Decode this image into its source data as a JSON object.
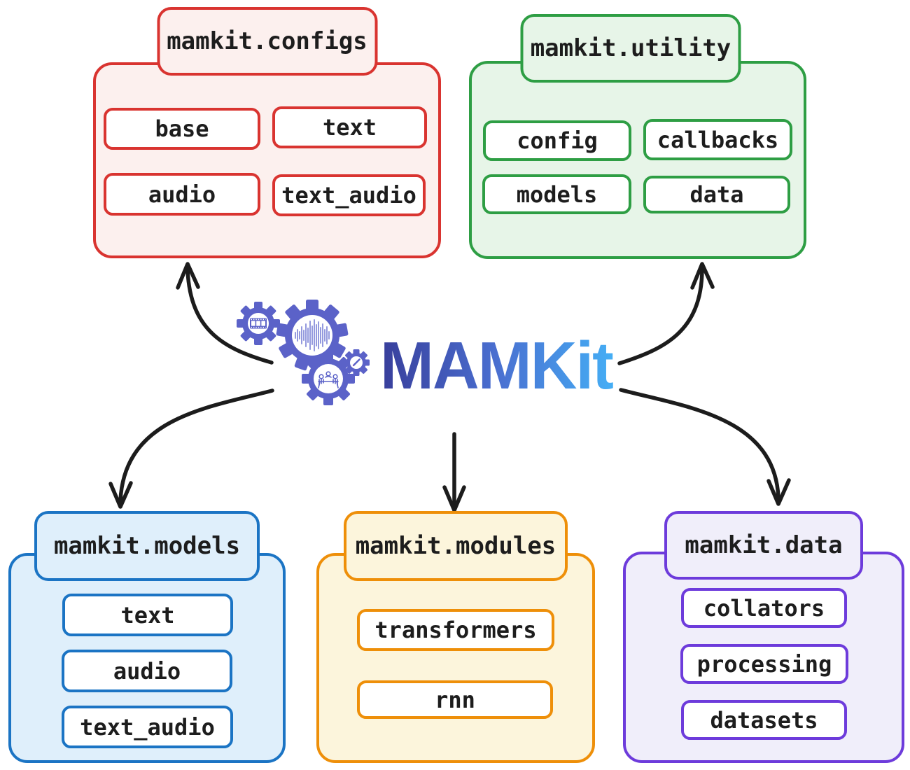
{
  "logo": {
    "text": "MAMKit",
    "gradient_start": "#383e9b",
    "gradient_mid": "#4a6fd0",
    "gradient_end": "#45aef5",
    "gear_color": "#5b62c8",
    "gear_icons": [
      "film-icon",
      "waveform-icon",
      "meeting-icon",
      "pencil-icon"
    ]
  },
  "modules": [
    {
      "id": "configs",
      "title": "mamkit.configs",
      "items": [
        "base",
        "text",
        "audio",
        "text_audio"
      ],
      "border_color": "#d93430",
      "background_color": "#fcf0ee"
    },
    {
      "id": "utility",
      "title": "mamkit.utility",
      "items": [
        "config",
        "callbacks",
        "models",
        "data"
      ],
      "border_color": "#2e9e44",
      "background_color": "#e7f5e8"
    },
    {
      "id": "models",
      "title": "mamkit.models",
      "items": [
        "text",
        "audio",
        "text_audio"
      ],
      "border_color": "#1b74c4",
      "background_color": "#dfeffb"
    },
    {
      "id": "modules",
      "title": "mamkit.modules",
      "items": [
        "transformers",
        "rnn"
      ],
      "border_color": "#ee8f09",
      "background_color": "#fcf5dc"
    },
    {
      "id": "data",
      "title": "mamkit.data",
      "items": [
        "collators",
        "processing",
        "datasets"
      ],
      "border_color": "#6d3bdb",
      "background_color": "#f0eefa"
    }
  ],
  "arrows": {
    "color": "#1c1c1c",
    "connections": [
      {
        "from": "logo",
        "to": "mamkit.configs"
      },
      {
        "from": "logo",
        "to": "mamkit.utility"
      },
      {
        "from": "logo",
        "to": "mamkit.models"
      },
      {
        "from": "logo",
        "to": "mamkit.modules"
      },
      {
        "from": "logo",
        "to": "mamkit.data"
      }
    ]
  }
}
